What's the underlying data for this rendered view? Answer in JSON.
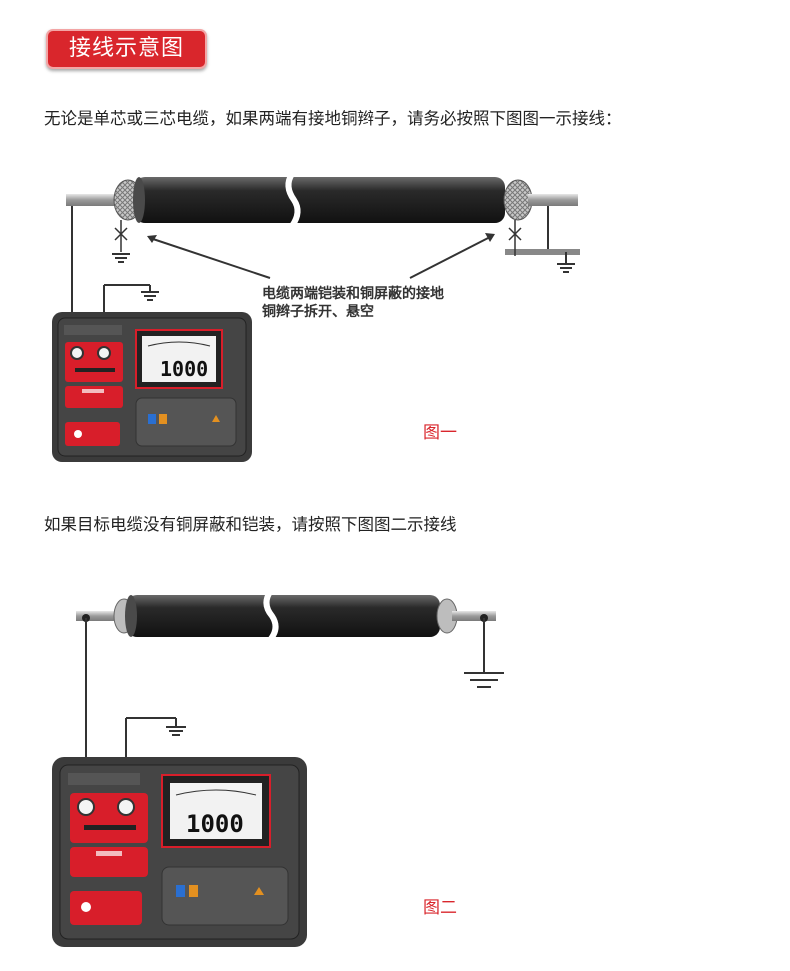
{
  "section_title": "接线示意图",
  "paragraph1": "无论是单芯或三芯电缆，如果两端有接地铜辫子，请务必按照下图图一示接线：",
  "figure1": {
    "annotation_line1": "电缆两端铠装和铜屏蔽的接地",
    "annotation_line2": "铜辫子拆开、悬空",
    "caption": "图一",
    "display_value": "1000"
  },
  "paragraph2": "如果目标电缆没有铜屏蔽和铠装，请按照下图图二示接线",
  "figure2": {
    "caption": "图二",
    "display_value": "1000"
  },
  "colors": {
    "accent": "#d9262c",
    "device_body": "#3a3a3a",
    "panel_red": "#d81e2a"
  }
}
